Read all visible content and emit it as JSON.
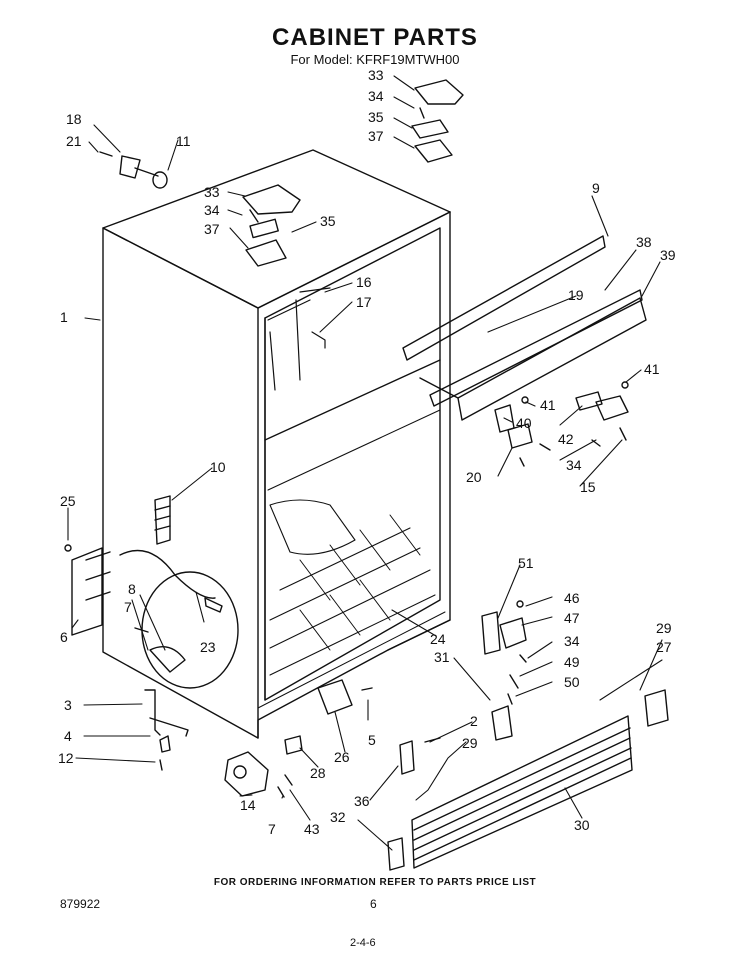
{
  "title": "CABINET PARTS",
  "subtitle": "For Model: KFRF19MTWH00",
  "footer_note": "FOR ORDERING INFORMATION REFER TO PARTS PRICE LIST",
  "doc_number": "879922",
  "page_number": "6",
  "page_code": "2-4-6",
  "callouts": [
    "1",
    "2",
    "3",
    "4",
    "5",
    "6",
    "7",
    "7",
    "8",
    "9",
    "10",
    "11",
    "12",
    "14",
    "15",
    "16",
    "17",
    "18",
    "19",
    "20",
    "21",
    "23",
    "24",
    "25",
    "26",
    "27",
    "28",
    "29",
    "29",
    "30",
    "31",
    "32",
    "33",
    "33",
    "34",
    "34",
    "34",
    "34",
    "35",
    "35",
    "36",
    "37",
    "37",
    "38",
    "39",
    "40",
    "41",
    "41",
    "42",
    "43",
    "46",
    "47",
    "49",
    "50",
    "51"
  ]
}
